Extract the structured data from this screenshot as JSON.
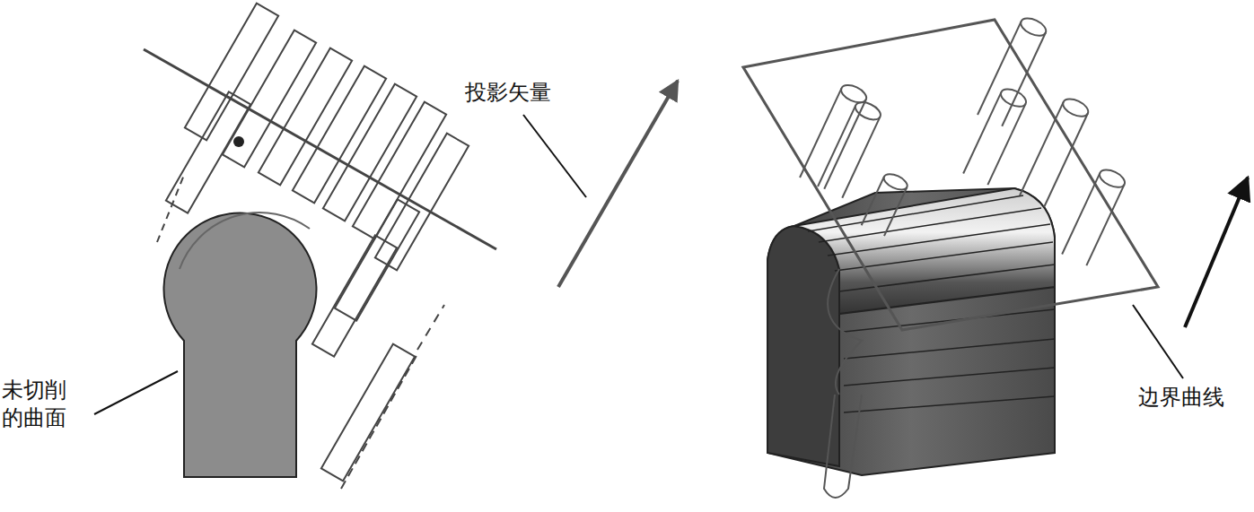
{
  "diagram": {
    "labels": [
      "投影矢量",
      "未切削 的曲面",
      "边界曲线"
    ]
  }
}
